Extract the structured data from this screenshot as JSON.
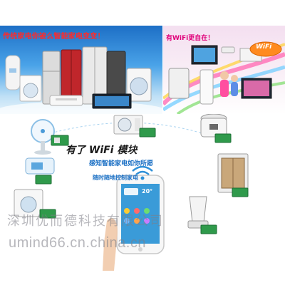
{
  "banner_left": {
    "title": "传统家电你被么智能家电变变！"
  },
  "banner_right": {
    "title": "有WiFi更自在！",
    "badge": "WiFi"
  },
  "main": {
    "title": "有了 WiFi 模块",
    "subtitle": "感知智能家电如你所愿",
    "control_label": "随时随地控制家电"
  },
  "phone": {
    "temperature": "20°"
  },
  "watermark": {
    "company": "深圳优而德科技有限公司",
    "url": "umind66.cn.china.cn"
  },
  "colors": {
    "banner_left_title": "#ff2a2a",
    "banner_right_title": "#e0007a",
    "accent_blue": "#1a6fc4",
    "phone_screen": "#3a9bd8"
  },
  "icons": [
    "refrigerator-icon",
    "air-conditioner-icon",
    "washing-machine-icon",
    "microwave-icon",
    "water-heater-icon",
    "tv-icon",
    "wifi-badge-icon",
    "electric-fan-icon",
    "smartphone-icon",
    "rice-cooker-icon",
    "blender-icon",
    "wifi-module-icon"
  ]
}
